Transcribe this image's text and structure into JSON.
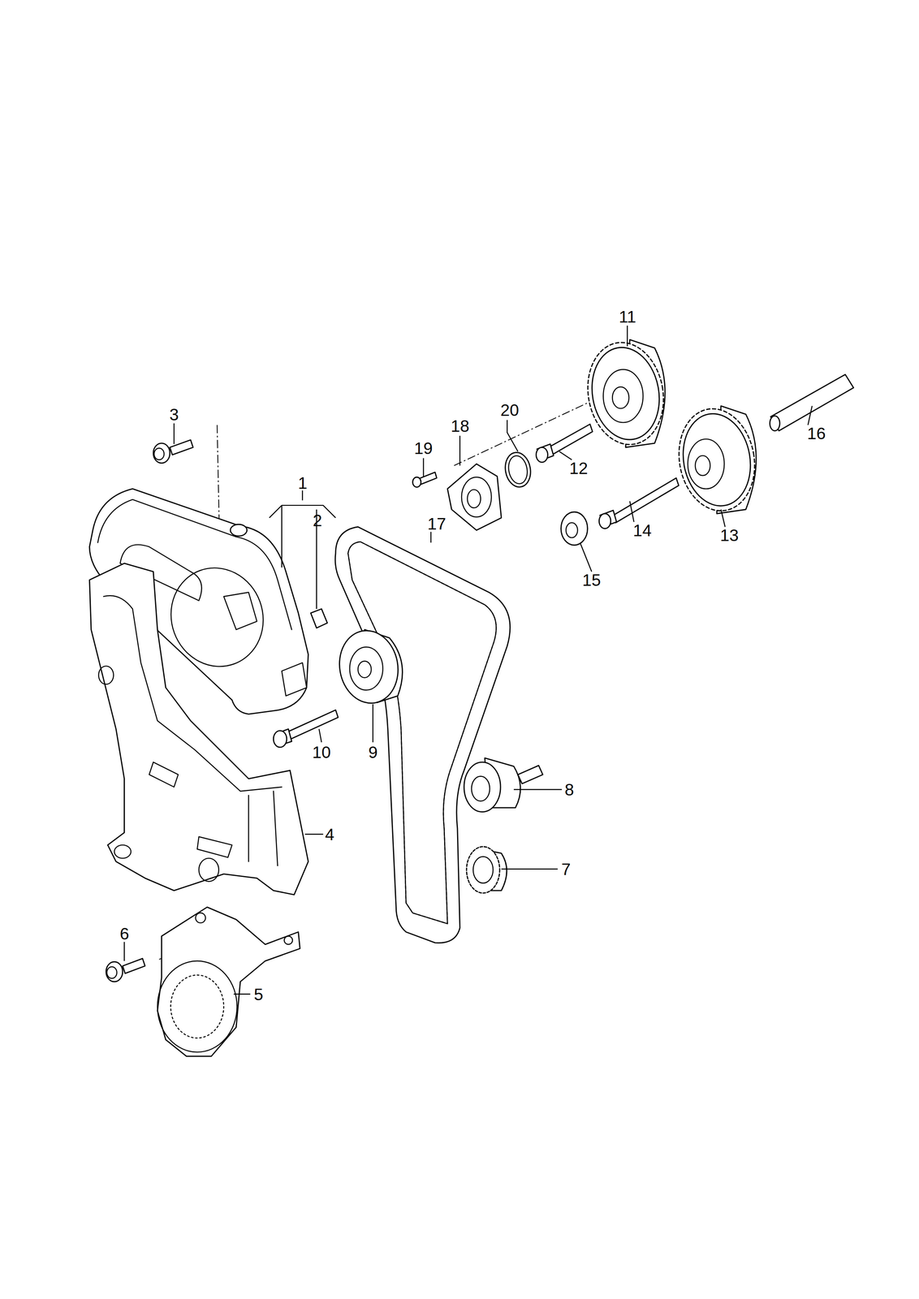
{
  "diagram": {
    "labels": [
      "11",
      "3",
      "20",
      "18",
      "16",
      "19",
      "12",
      "1",
      "2",
      "17",
      "14",
      "13",
      "15",
      "10",
      "9",
      "8",
      "4",
      "7",
      "6",
      "5"
    ]
  }
}
